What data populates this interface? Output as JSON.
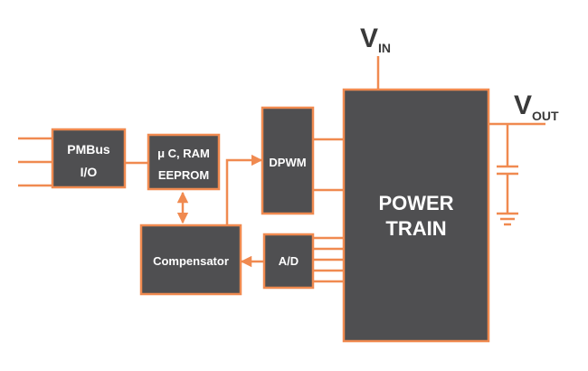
{
  "colors": {
    "block_fill": "#4f4f51",
    "wire": "#f08a50",
    "label_text": "#ffffff",
    "supply_text": "#3a3a3a"
  },
  "blocks": {
    "pmbus": {
      "line1": "PMBus",
      "line2": "I/O"
    },
    "mcu": {
      "line1": "μ C, RAM",
      "line2": "EEPROM"
    },
    "dpwm": {
      "label": "DPWM"
    },
    "compensator": {
      "label": "Compensator"
    },
    "adc": {
      "label": "A/D"
    },
    "power_train": {
      "line1": "POWER",
      "line2": "TRAIN"
    }
  },
  "supply": {
    "vin": {
      "main": "V",
      "sub": "IN"
    },
    "vout": {
      "main": "V",
      "sub": "OUT"
    }
  }
}
